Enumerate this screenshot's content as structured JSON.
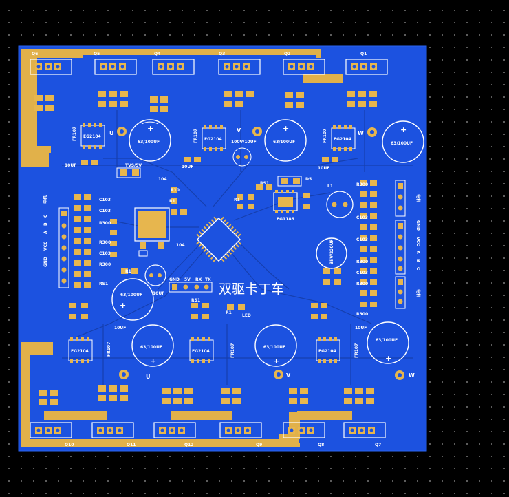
{
  "board": {
    "title_cn": "双驱卡丁车",
    "colors": {
      "background": "#000000",
      "board_blue": "#1c52e0",
      "copper_gold": "#e1b14a",
      "pad_gold": "#e7b64e",
      "silkscreen": "#ffffff",
      "trace_dark": "#163fae"
    }
  },
  "mosfets_top": [
    {
      "ref": "Q6"
    },
    {
      "ref": "Q5"
    },
    {
      "ref": "Q4"
    },
    {
      "ref": "Q3"
    },
    {
      "ref": "Q2"
    },
    {
      "ref": "Q1"
    }
  ],
  "mosfets_bottom": [
    {
      "ref": "Q10"
    },
    {
      "ref": "Q11"
    },
    {
      "ref": "Q12"
    },
    {
      "ref": "Q9"
    },
    {
      "ref": "Q8"
    },
    {
      "ref": "Q7"
    }
  ],
  "driver_ics": [
    {
      "label": "EG2104"
    },
    {
      "label": "EG2104"
    },
    {
      "label": "EG2104"
    },
    {
      "label": "EG2104"
    },
    {
      "label": "EG2104"
    },
    {
      "label": "EG2104"
    }
  ],
  "capacitors": [
    {
      "label": "63/100UF"
    },
    {
      "label": "63/100UF"
    },
    {
      "label": "63/100UF"
    },
    {
      "label": "63/100UF"
    },
    {
      "label": "63/100UF"
    },
    {
      "label": "63/100UF"
    },
    {
      "label": "63/100UF"
    },
    {
      "label": "35V/220UF"
    }
  ],
  "phase_labels": {
    "u": "U",
    "v": "V",
    "w": "W"
  },
  "small_labels": {
    "fr107": "FR107",
    "uf10": "10UF",
    "v100": "100V/10UF",
    "tvs": "TVS/5V",
    "c104": "104",
    "r10": "R10",
    "r1": "R1",
    "r300": "R300",
    "c103": "C103",
    "rs1": "RS1",
    "led": "LED",
    "eg1186": "EG1186",
    "l1": "L1",
    "d5": "D5",
    "gnd": "GND",
    "v5": "5V",
    "rx": "RX",
    "tx": "TX",
    "vcc": "VCC",
    "a": "A",
    "b": "B",
    "c": "C",
    "hall_left": "电机",
    "hall_right_a": "电机",
    "hall_right_b": "电机"
  }
}
